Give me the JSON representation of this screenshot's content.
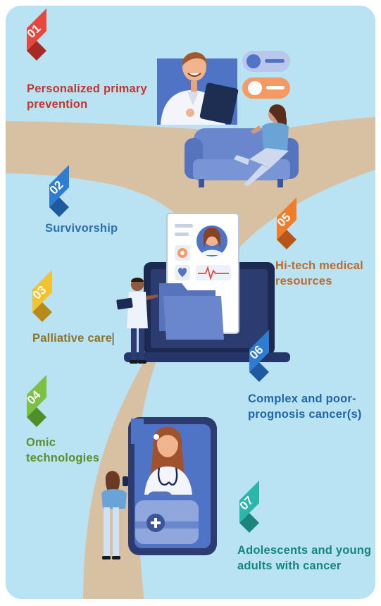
{
  "colors": {
    "sky": "#b9e3f2",
    "road": "#d8c1a2",
    "red": "#e5483c",
    "blue": "#2f7dd1",
    "yellow": "#f2c230",
    "green": "#7cc242",
    "orange": "#ef7d2c",
    "teal": "#2ab6ab"
  },
  "items": [
    {
      "number": "01",
      "label_lines": [
        "Personalized primary",
        "prevention"
      ]
    },
    {
      "number": "02",
      "label_lines": [
        "Survivorship"
      ]
    },
    {
      "number": "03",
      "label_lines": [
        "Palliative care"
      ]
    },
    {
      "number": "04",
      "label_lines": [
        "Omic",
        "technologies"
      ]
    },
    {
      "number": "05",
      "label_lines": [
        "Hi-tech medical",
        "resources"
      ]
    },
    {
      "number": "06",
      "label_lines": [
        "Complex and poor-",
        "prognosis cancer(s)"
      ]
    },
    {
      "number": "07",
      "label_lines": [
        "Adolescents and young",
        "adults with cancer"
      ]
    }
  ]
}
